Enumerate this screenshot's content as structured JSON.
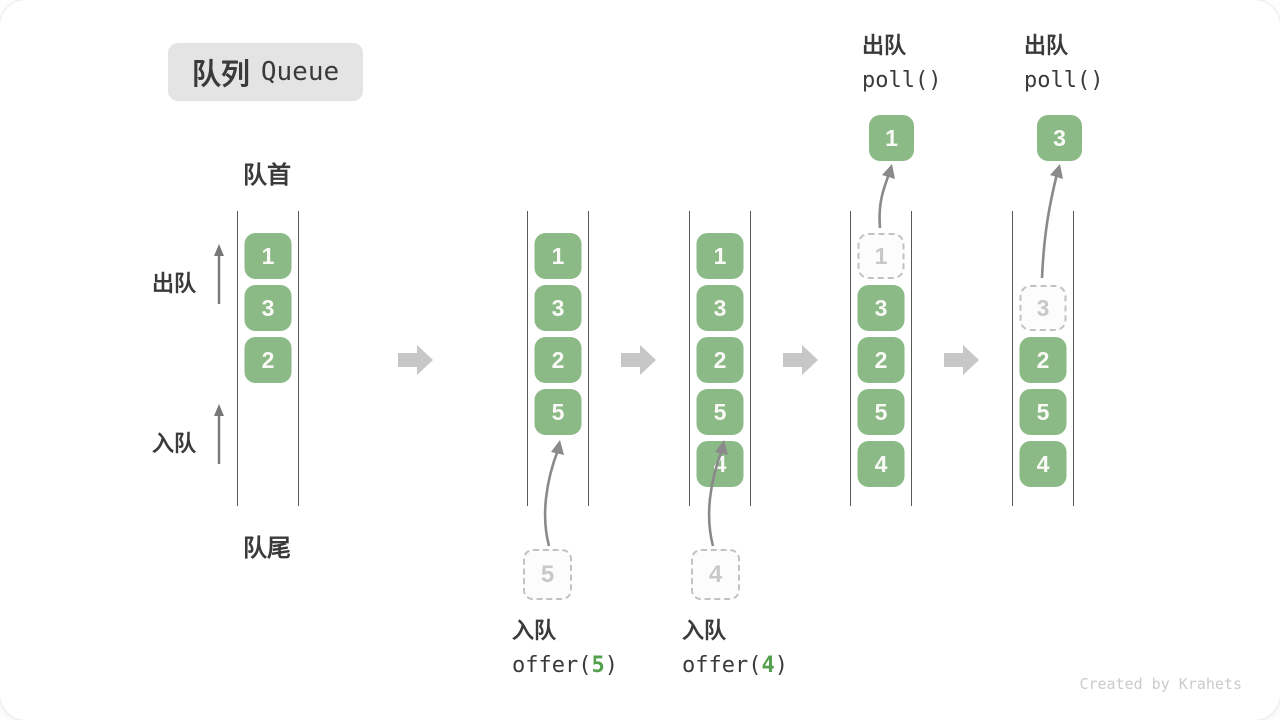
{
  "title": {
    "zh": "队列",
    "en": "Queue"
  },
  "labels": {
    "front": "队首",
    "rear": "队尾",
    "dequeue": "出队",
    "enqueue": "入队"
  },
  "states": [
    {
      "name": "initial queue",
      "slots": [
        {
          "v": "1"
        },
        {
          "v": "3"
        },
        {
          "v": "2"
        }
      ]
    },
    {
      "name": "after offer(5)",
      "slots": [
        {
          "v": "1"
        },
        {
          "v": "3"
        },
        {
          "v": "2"
        },
        {
          "v": "5"
        }
      ],
      "pending": "5"
    },
    {
      "name": "after offer(4)",
      "slots": [
        {
          "v": "1"
        },
        {
          "v": "3"
        },
        {
          "v": "2"
        },
        {
          "v": "5"
        },
        {
          "v": "4"
        }
      ],
      "pending": "4"
    },
    {
      "name": "poll removes 1",
      "slots": [
        {
          "v": "1",
          "dashed": true
        },
        {
          "v": "3"
        },
        {
          "v": "2"
        },
        {
          "v": "5"
        },
        {
          "v": "4"
        }
      ],
      "popped": "1"
    },
    {
      "name": "poll removes 3",
      "slots": [
        {
          "v": "3",
          "dashed": true
        },
        {
          "v": "2"
        },
        {
          "v": "5"
        },
        {
          "v": "4"
        }
      ],
      "popped": "3"
    }
  ],
  "operations": {
    "enqueue5": {
      "action": "入队",
      "code_fn": "offer(",
      "code_arg": "5",
      "code_close": ")"
    },
    "enqueue4": {
      "action": "入队",
      "code_fn": "offer(",
      "code_arg": "4",
      "code_close": ")"
    },
    "poll1": {
      "action": "出队",
      "code": "poll()"
    },
    "poll2": {
      "action": "出队",
      "code": "poll()"
    }
  },
  "watermark": "Created by Krahets",
  "colors": {
    "box_green": "#8bba86",
    "code_green": "#55a04e",
    "badge_bg": "#e4e4e4",
    "text_dark": "#3a3a3a",
    "dashed_border": "#c2c2c2",
    "muted_text": "#c8c8c8",
    "thin_arrow": "#8a8a8a",
    "block_arrow": "#c7c7c7",
    "queue_line": "#575757"
  }
}
